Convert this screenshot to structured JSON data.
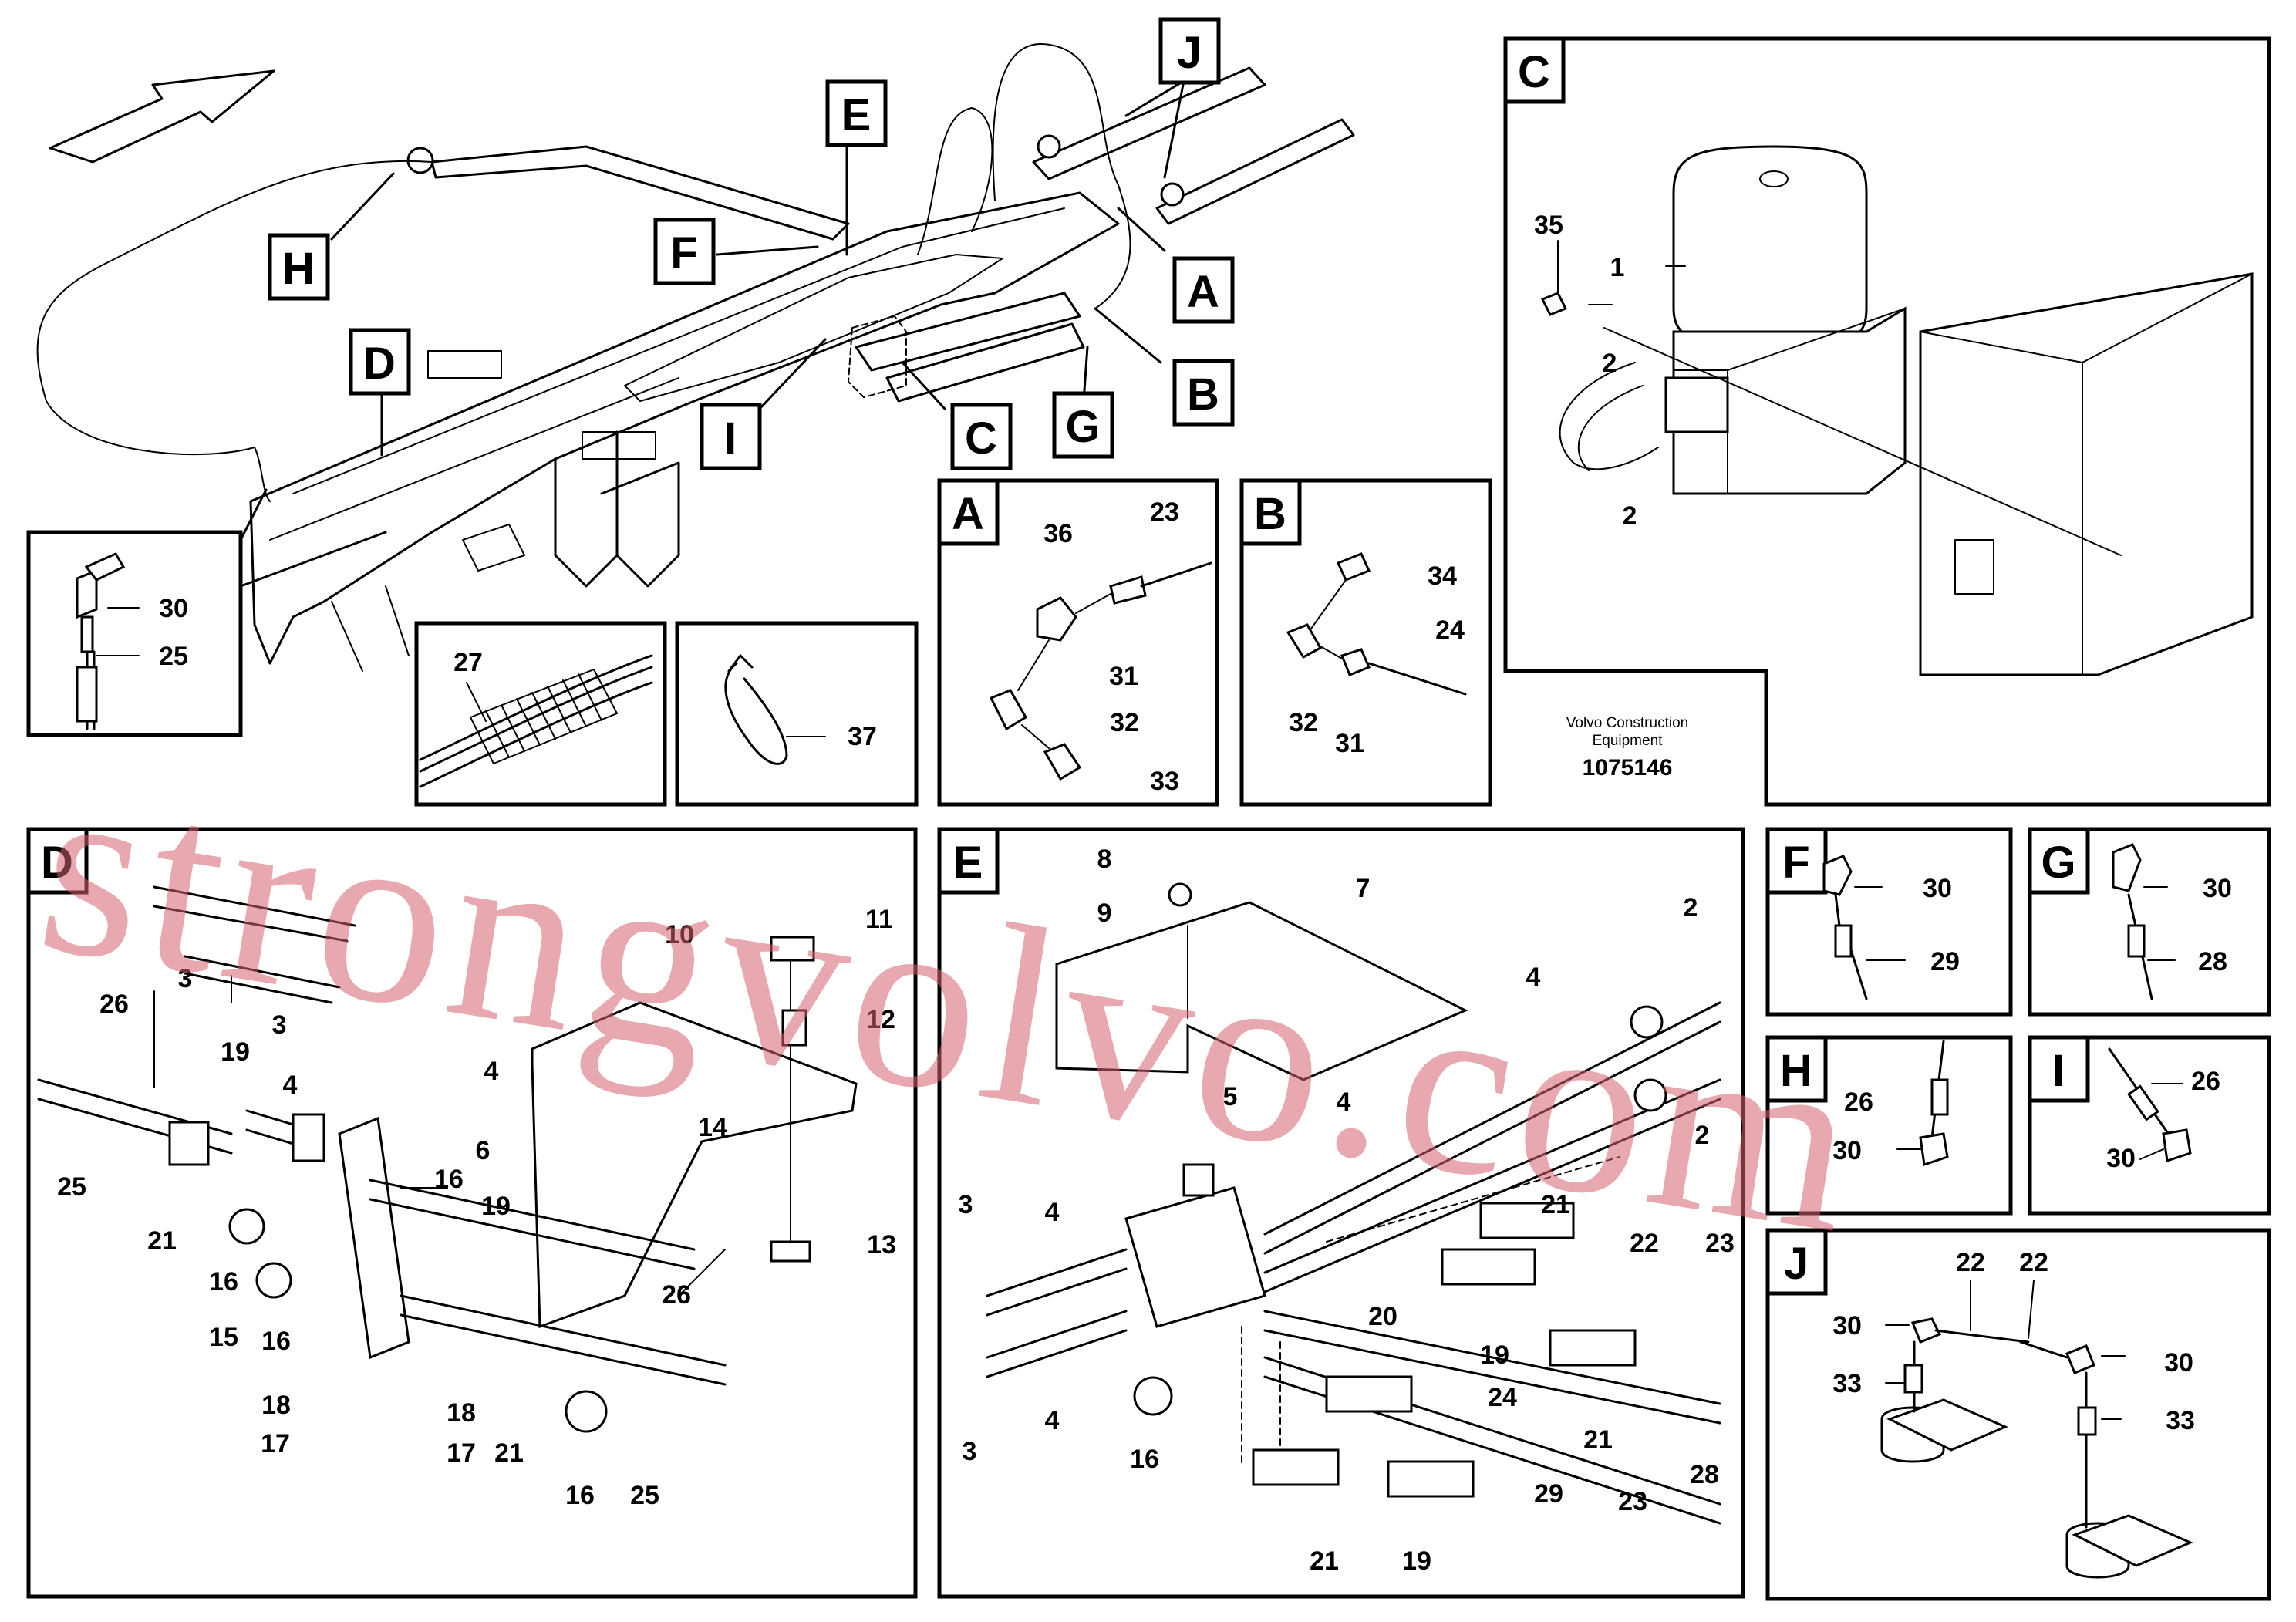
{
  "callouts": {
    "main": [
      "J",
      "E",
      "H",
      "F",
      "A",
      "D",
      "B",
      "I",
      "C",
      "G"
    ],
    "inset_left": [
      "30",
      "25"
    ]
  },
  "detail_C": {
    "tag": "C",
    "parts": [
      "35",
      "1",
      "2",
      "2"
    ]
  },
  "detail_A": {
    "tag": "A",
    "parts": [
      "36",
      "23",
      "31",
      "32",
      "33"
    ]
  },
  "detail_B": {
    "tag": "B",
    "parts": [
      "34",
      "24",
      "32",
      "31"
    ]
  },
  "inset_27": {
    "parts": [
      "27"
    ]
  },
  "inset_37": {
    "parts": [
      "37"
    ]
  },
  "caption": {
    "line1": "Volvo Construction",
    "line2": "Equipment",
    "code": "1075146"
  },
  "detail_D": {
    "tag": "D",
    "parts": [
      "3",
      "3",
      "26",
      "19",
      "4",
      "4",
      "6",
      "10",
      "11",
      "12",
      "14",
      "25",
      "21",
      "16",
      "19",
      "16",
      "16",
      "15",
      "18",
      "18",
      "17",
      "17",
      "21",
      "16",
      "25",
      "26",
      "13"
    ]
  },
  "detail_E": {
    "tag": "E",
    "parts": [
      "8",
      "9",
      "7",
      "2",
      "4",
      "2",
      "5",
      "4",
      "4",
      "3",
      "21",
      "22",
      "23",
      "3",
      "4",
      "16",
      "20",
      "19",
      "24",
      "21",
      "28",
      "29",
      "23",
      "21",
      "19"
    ]
  },
  "detail_F": {
    "tag": "F",
    "parts": [
      "30",
      "29"
    ]
  },
  "detail_G": {
    "tag": "G",
    "parts": [
      "30",
      "28"
    ]
  },
  "detail_H": {
    "tag": "H",
    "parts": [
      "26",
      "30"
    ]
  },
  "detail_I": {
    "tag": "I",
    "parts": [
      "26",
      "30"
    ]
  },
  "detail_J": {
    "tag": "J",
    "parts": [
      "22",
      "22",
      "30",
      "30",
      "33",
      "33"
    ]
  },
  "watermark": "strongvolvo.com"
}
